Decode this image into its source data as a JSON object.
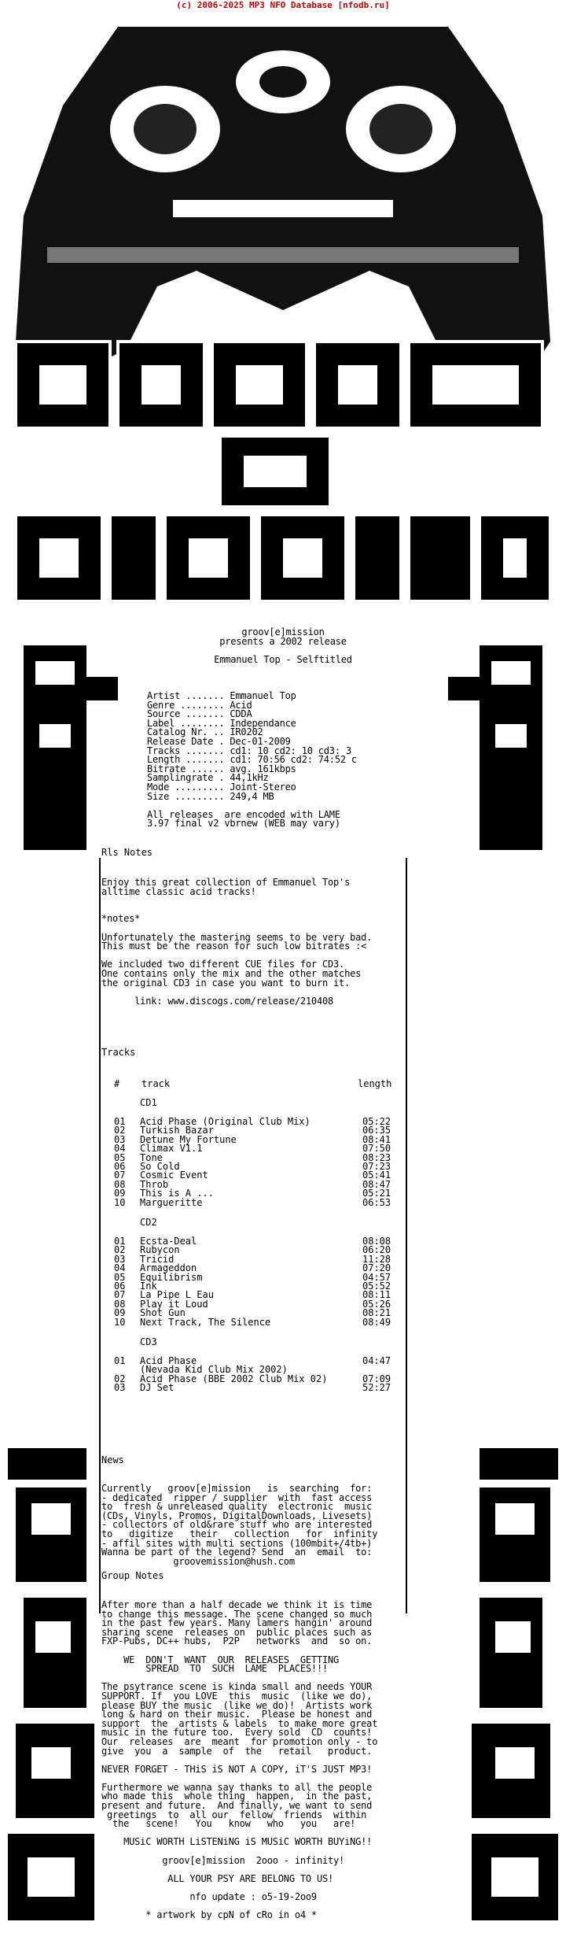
{
  "banner": "(c) 2006-2025 MP3 NFO Database [nfodb.ru]",
  "intro": {
    "line1": "groov[e]mission",
    "line2": "presents a 2002 release",
    "line3": "Emmanuel Top - Selftitled"
  },
  "info": [
    "Artist ....... Emmanuel Top",
    "Genre ........ Acid",
    "Source ....... CDDA",
    "Label ........ Independance",
    "Catalog Nr. .. IR0202",
    "Release Date . Dec-01-2009",
    "Tracks ....... cd1: 10 cd2: 10 cd3: 3",
    "Length ....... cd1: 70:56 cd2: 74:52 c",
    "Bitrate ...... avg. 161kbps",
    "Samplingrate . 44,1kHz",
    "Mode ......... Joint-Stereo",
    "Size ......... 249,4 MB",
    "",
    "All releases  are encoded with LAME",
    "3.97 final v2 vbrnew (WEB may vary)"
  ],
  "sections": {
    "rls_notes": "Rls Notes",
    "tracks": "Tracks",
    "news": "News",
    "group_notes": "Group Notes"
  },
  "rls_notes": [
    "Enjoy this great collection of Emmanuel Top's",
    "alltime classic acid tracks!",
    "",
    "",
    "*notes*",
    "",
    "Unfortunately the mastering seems to be very bad.",
    "This must be the reason for such low bitrates :<",
    "",
    "We included two different CUE files for CD3.",
    "One contains only the mix and the other matches",
    "the original CD3 in case you want to burn it.",
    "",
    "      link: www.discogs.com/release/210408"
  ],
  "tracks": {
    "col_num": "#",
    "col_track": "track",
    "col_length": "length",
    "discs": [
      {
        "label": "CD1",
        "items": [
          [
            "01",
            "Acid Phase (Original Club Mix)",
            "05:22"
          ],
          [
            "02",
            "Turkish Bazar",
            "06:35"
          ],
          [
            "03",
            "Detune My Fortune",
            "08:41"
          ],
          [
            "04",
            "Climax V1.1",
            "07:50"
          ],
          [
            "05",
            "Tone",
            "08:23"
          ],
          [
            "06",
            "So Cold",
            "07:23"
          ],
          [
            "07",
            "Cosmic Event",
            "05:41"
          ],
          [
            "08",
            "Throb",
            "08:47"
          ],
          [
            "09",
            "This is A ...",
            "05:21"
          ],
          [
            "10",
            "Margueritte",
            "06:53"
          ]
        ]
      },
      {
        "label": "CD2",
        "items": [
          [
            "01",
            "Ecsta-Deal",
            "08:08"
          ],
          [
            "02",
            "Rubycon",
            "06:20"
          ],
          [
            "03",
            "Tricid",
            "11:28"
          ],
          [
            "04",
            "Armageddon",
            "07:20"
          ],
          [
            "05",
            "Equilibrism",
            "04:57"
          ],
          [
            "06",
            "Ink",
            "05:52"
          ],
          [
            "07",
            "La Pipe L Eau",
            "08:11"
          ],
          [
            "08",
            "Play it Loud",
            "05:26"
          ],
          [
            "09",
            "Shot Gun",
            "08:21"
          ],
          [
            "10",
            "Next Track, The Silence",
            "08:49"
          ]
        ]
      },
      {
        "label": "CD3",
        "items": [
          [
            "01",
            "Acid Phase",
            "04:47"
          ],
          [
            "",
            "(Nevada Kid Club Mix 2002)",
            ""
          ],
          [
            "02",
            "Acid Phase (BBE 2002 Club Mix 02)",
            "07:09"
          ],
          [
            "03",
            "DJ Set",
            "52:27"
          ]
        ]
      }
    ]
  },
  "news": [
    "Currently   groov[e]mission   is  searching  for:",
    "- dedicated  ripper / supplier  with  fast access",
    "to  fresh & unreleased quality  electronic  music",
    "(CDs, Vinyls, Promos, DigitalDownloads, Livesets)",
    "- collectors of old&rare stuff who are interested",
    "to   digitize   their   collection   for  infinity",
    "- affil sites with multi sections (100mbit+/4tb+)",
    "Wanna be part of the legend? Send  an  email  to:",
    "             groovemission@hush.com"
  ],
  "group_notes": [
    "After more than a half decade we think it is time",
    "to change this message. The scene changed so much",
    "in the past few years. Many lamers hangin' around",
    "sharing scene  releases on  public places such as",
    "FXP-Pubs, DC++ hubs,  P2P   networks  and  so on.",
    "",
    "    WE  DON'T  WANT  OUR  RELEASES  GETTING",
    "        SPREAD  TO  SUCH  LAME  PLACES!!!",
    "",
    "The psytrance scene is kinda small and needs YOUR",
    "SUPPORT. If  you LOVE  this  music  (like we do),",
    "please BUY the music  (like we do)!  Artists work",
    "long & hard on their music.  Please be honest and",
    "support  the  artists & labels  to make more great",
    "music in the future too.  Every sold  CD  counts!",
    "Our  releases  are  meant  for promotion only - to",
    "give  you  a  sample  of  the   retail   product.",
    "",
    "NEVER FORGET - THiS iS NOT A COPY, iT'S JUST MP3!",
    "",
    "Furthermore we wanna say thanks to all the people",
    "who made this  whole thing  happen,  in the past,",
    "present and future.  And finally, we want to send",
    " greetings  to  all our  fellow  friends  within",
    "  the   scene!   You   know   who   you   are!",
    "",
    "    MUSiC WORTH LiSTENiNG iS MUSiC WORTH BUYiNG!!",
    "",
    "           groov[e]mission  2ooo - infinity!",
    "",
    "            ALL YOUR PSY ARE BELONG TO US!",
    "",
    "                nfo update : o5-19-2oo9",
    "",
    "        * artwork by cpN of cRo in o4 *"
  ]
}
